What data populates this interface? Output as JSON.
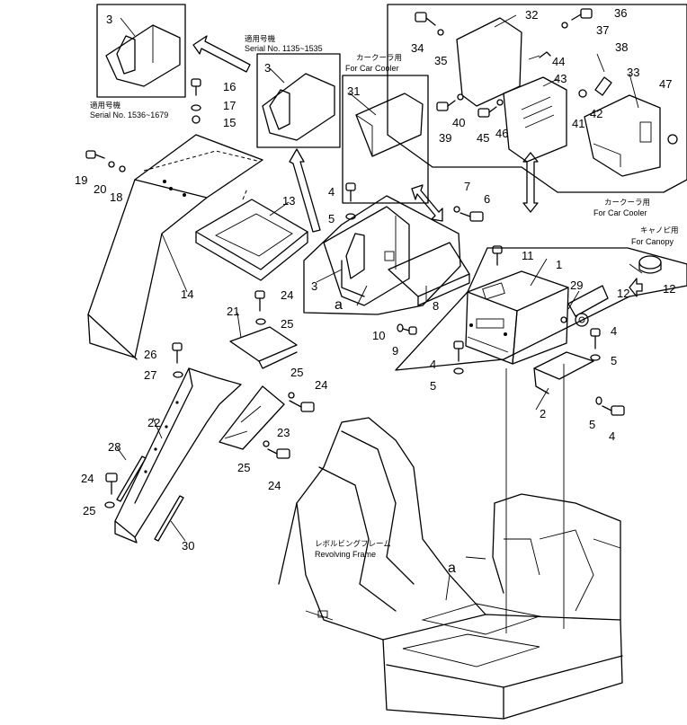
{
  "callouts": {
    "n1": "1",
    "n2": "2",
    "n3a": "3",
    "n3b": "3",
    "n3c": "3",
    "n4a": "4",
    "n4b": "4",
    "n4c": "4",
    "n4d": "4",
    "n5a": "5",
    "n5b": "5",
    "n5c": "5",
    "n5d": "5",
    "n6": "6",
    "n7": "7",
    "n8": "8",
    "n9": "9",
    "n10": "10",
    "n11": "11",
    "n12a": "12",
    "n12b": "12",
    "n13": "13",
    "n14": "14",
    "n15": "15",
    "n16": "16",
    "n17": "17",
    "n18": "18",
    "n19": "19",
    "n20": "20",
    "n21": "21",
    "n22": "22",
    "n23": "23",
    "n24a": "24",
    "n24b": "24",
    "n24c": "24",
    "n24d": "24",
    "n25a": "25",
    "n25b": "25",
    "n25c": "25",
    "n25d": "25",
    "n26": "26",
    "n27": "27",
    "n28": "28",
    "n29": "29",
    "n30": "30",
    "n31": "31",
    "n32": "32",
    "n33": "33",
    "n34": "34",
    "n35": "35",
    "n36": "36",
    "n37": "37",
    "n38": "38",
    "n39": "39",
    "n40": "40",
    "n41": "41",
    "n42": "42",
    "n43": "43",
    "n44": "44",
    "n45": "45",
    "n46": "46",
    "n47": "47",
    "a1": "a",
    "a2": "a"
  },
  "notes": {
    "serial_late_jp": "適用号機",
    "serial_late": "Serial  No. 1536~1679",
    "serial_early_jp": "適用号機",
    "serial_early": "Serial  No. 1135~1535",
    "cooler_top_jp": "カークーラ用",
    "cooler_top": "For Car Cooler",
    "cooler_right_jp": "カークーラ用",
    "cooler_right": "For Car Cooler",
    "canopy_jp": "キャノピ用",
    "canopy": "For Canopy",
    "frame_jp": "レボルビングフレーム",
    "frame": "Revolving Frame"
  }
}
